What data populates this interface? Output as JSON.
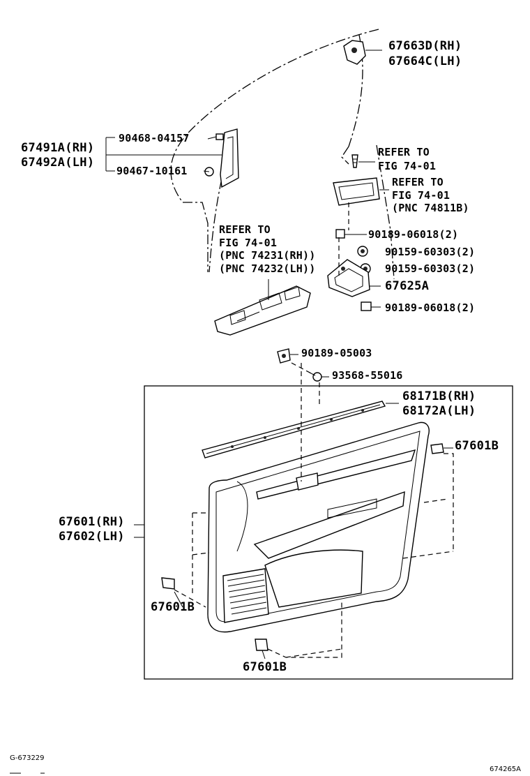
{
  "labels": {
    "l_67663d": "67663D(RH)",
    "l_67664c": "67664C(LH)",
    "l_67491a": "67491A(RH)",
    "l_67492a": "67492A(LH)",
    "l_90468": "90468-04157",
    "l_90467": "90467-10161",
    "refer1_a": "REFER TO",
    "refer1_b": "FIG 74-01",
    "refer2_a": "REFER TO",
    "refer2_b": "FIG 74-01",
    "refer2_c": "(PNC 74811B)",
    "refer3_a": "REFER TO",
    "refer3_b": "FIG 74-01",
    "refer3_c": "(PNC 74231(RH))",
    "refer3_d": "(PNC 74232(LH))",
    "l_90189_06018_a": "90189-06018(2)",
    "l_90159_60303_a": "90159-60303(2)",
    "l_90159_60303_b": "90159-60303(2)",
    "l_67625a": "67625A",
    "l_90189_06018_b": "90189-06018(2)",
    "l_90189_05003": "90189-05003",
    "l_93568": "93568-55016",
    "l_68171b": "68171B(RH)",
    "l_68172a": "68172A(LH)",
    "l_67601b_right": "67601B",
    "l_67601": "67601(RH)",
    "l_67602": "67602(LH)",
    "l_67601b_left": "67601B",
    "l_67601b_bottom": "67601B",
    "footer_left": "G-673229",
    "footer_right": "674265A"
  }
}
